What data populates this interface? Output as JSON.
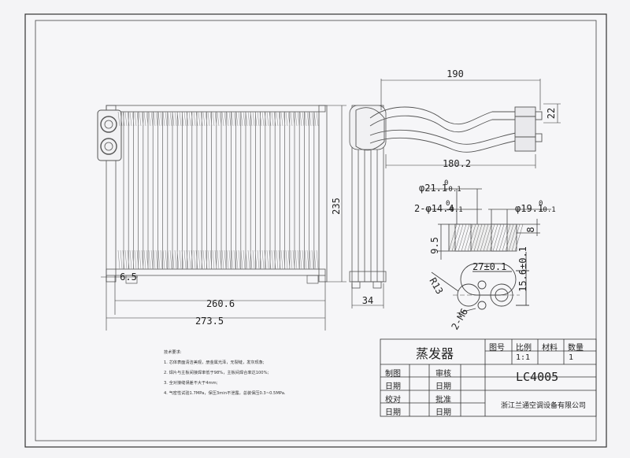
{
  "dimensions": {
    "top_width": "190",
    "pipe_height": "22",
    "pipe_length": "180.2",
    "core_height": "235",
    "offset": "6.5",
    "core_width": "260.6",
    "overall_width": "273.5",
    "depth": "34",
    "d1": "φ21.1",
    "d1_tol": "0\n-0.1",
    "d2": "2-φ14.4",
    "d2_tol": "0\n-0.1",
    "d3": "φ19.1",
    "d3_tol": "0\n-0.1",
    "h8": "8",
    "h95": "9.5",
    "c27": "27±0.1",
    "c156": "15.6±0.1",
    "r13": "R13",
    "holes": "2-M6"
  },
  "notes": {
    "title": "技术要求:",
    "lines": [
      "1. 芯体表面清洁美观，册金属光泽，无裂缝，发灰现象;",
      "2. 焊片与主板间接焊率低于98%，主板间焊合率达100%;",
      "3. 全对接缝误差不大于4mm;",
      "4. 气密性试验1.7MPa，保压3min不泄露，总装保压0.3~0.5MPa."
    ]
  },
  "title_block": {
    "name": "蒸发器",
    "h_drawing_no": "图号",
    "h_scale": "比例",
    "h_material": "材料",
    "h_qty": "数量",
    "scale": "1:1",
    "qty": "1",
    "part_no": "LC4005",
    "r_make": "制图",
    "r_date1": "日期",
    "r_check": "校对",
    "r_date2": "日期",
    "r_review": "审核",
    "r_date3": "日期",
    "r_approve": "批准",
    "r_date4": "日期",
    "company": "浙江兰通空调设备有限公司"
  }
}
